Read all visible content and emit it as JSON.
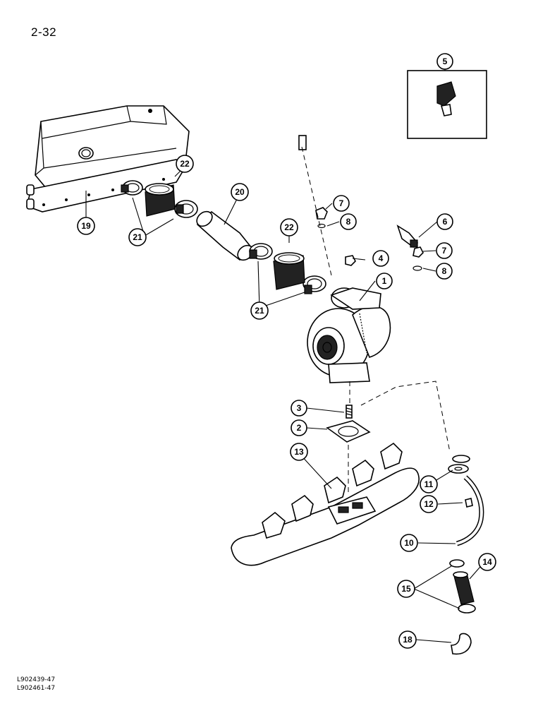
{
  "page": {
    "number": "2-32"
  },
  "footer": {
    "ref1": "L902439-47",
    "ref2": "L902461-47"
  },
  "callouts": [
    {
      "id": "c1",
      "label": "1"
    },
    {
      "id": "c2",
      "label": "2"
    },
    {
      "id": "c3",
      "label": "3"
    },
    {
      "id": "c4",
      "label": "4"
    },
    {
      "id": "c5",
      "label": "5"
    },
    {
      "id": "c6",
      "label": "6"
    },
    {
      "id": "c7a",
      "label": "7"
    },
    {
      "id": "c7b",
      "label": "7"
    },
    {
      "id": "c8a",
      "label": "8"
    },
    {
      "id": "c8b",
      "label": "8"
    },
    {
      "id": "c10",
      "label": "10"
    },
    {
      "id": "c11",
      "label": "11"
    },
    {
      "id": "c12",
      "label": "12"
    },
    {
      "id": "c13",
      "label": "13"
    },
    {
      "id": "c14",
      "label": "14"
    },
    {
      "id": "c15",
      "label": "15"
    },
    {
      "id": "c18",
      "label": "18"
    },
    {
      "id": "c19",
      "label": "19"
    },
    {
      "id": "c20",
      "label": "20"
    },
    {
      "id": "c21a",
      "label": "21"
    },
    {
      "id": "c21b",
      "label": "21"
    },
    {
      "id": "c22a",
      "label": "22"
    },
    {
      "id": "c22b",
      "label": "22"
    }
  ]
}
